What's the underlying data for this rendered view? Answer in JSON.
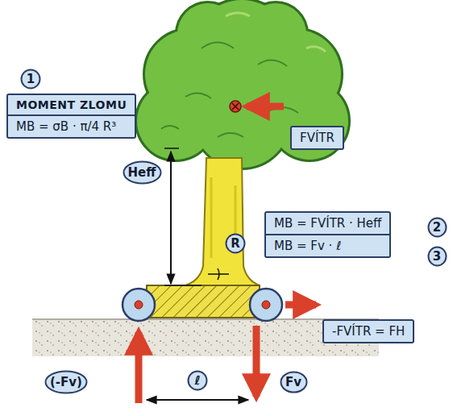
{
  "diagram": {
    "nodes": [
      {
        "text": [
          "1"
        ]
      },
      {
        "text": [
          "MOMENT ZLOMU",
          "MB = σB · π/4 R³"
        ]
      },
      {
        "text": [
          "Heff"
        ]
      },
      {
        "text": [
          "R"
        ]
      },
      {
        "text": [
          "FVÍTR"
        ]
      },
      {
        "text": [
          "MB = FVÍTR · Heff",
          "MB = Fv · ℓ"
        ]
      },
      {
        "text": [
          "2"
        ]
      },
      {
        "text": [
          "3"
        ]
      },
      {
        "text": [
          "-FVÍTR = FH"
        ]
      },
      {
        "text": [
          "ℓ"
        ]
      },
      {
        "text": [
          "(-Fv)"
        ]
      },
      {
        "text": [
          "Fv"
        ]
      }
    ]
  }
}
